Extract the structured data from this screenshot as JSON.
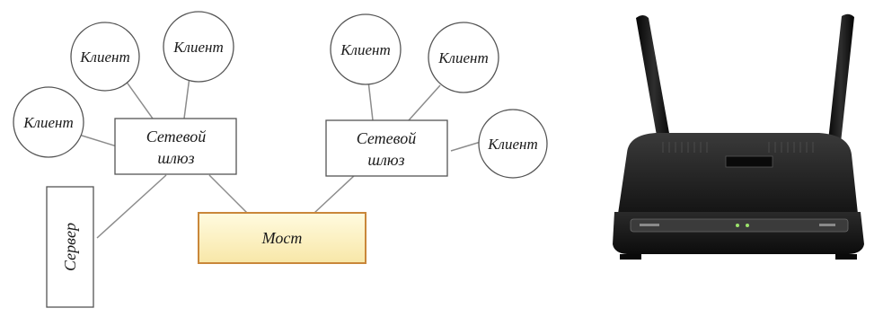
{
  "diagram": {
    "client_label": "Клиент",
    "gateway_label_line1": "Сетевой",
    "gateway_label_line2": "шлюз",
    "bridge_label": "Мост",
    "server_label": "Сервер",
    "colors": {
      "line": "#8c8c8c",
      "node_border": "#555555",
      "bridge_fill": "#fdf3c0",
      "bridge_border": "#c9873a"
    }
  },
  "device": {
    "name": "router-photo",
    "body_color": "#1e1e1e",
    "antenna_color": "#101010"
  }
}
